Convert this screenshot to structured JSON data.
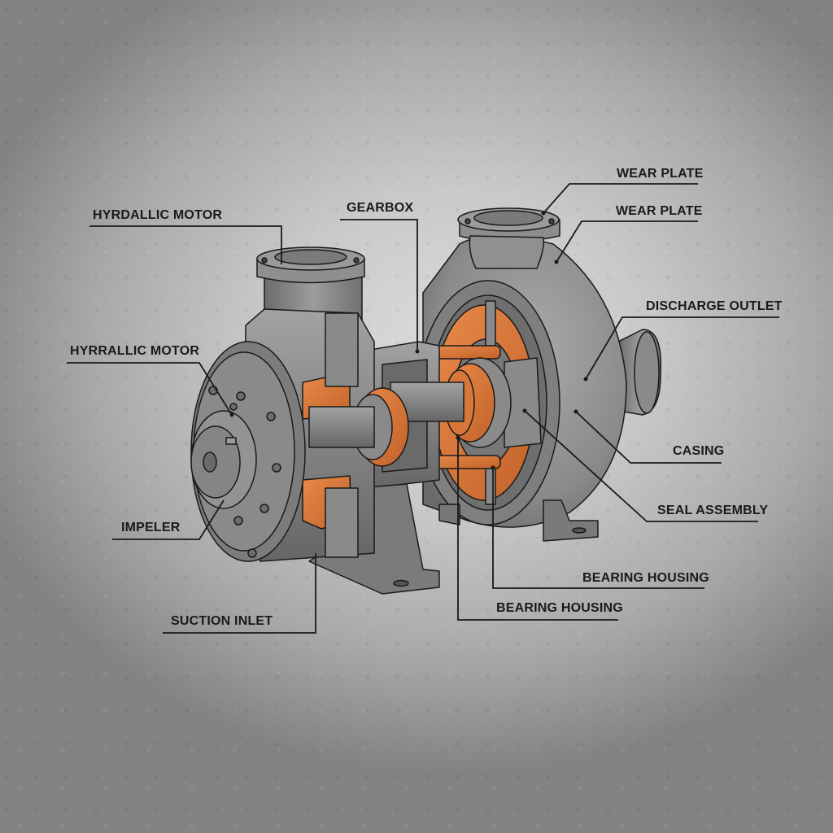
{
  "diagram": {
    "subject": "Centrifugal pump cutaway",
    "colors": {
      "background": "#c9c9c9",
      "metal": "#7d7d7d",
      "metal_light": "#9a9a9a",
      "metal_dark": "#5a5a5a",
      "accent_copper": "#d9773a",
      "line": "#1a1a1a"
    },
    "labels": [
      {
        "id": "hydraulic-motor-top",
        "text": "HYRDALLIC MOTOR"
      },
      {
        "id": "hydraulic-motor-left",
        "text": "HYRRALLIC MOTOR"
      },
      {
        "id": "impeller",
        "text": "IMPELER"
      },
      {
        "id": "suction-inlet",
        "text": "SUCTION INLET"
      },
      {
        "id": "gearbox",
        "text": "GEARBOX"
      },
      {
        "id": "wear-plate-1",
        "text": "WEAR PLATE"
      },
      {
        "id": "wear-plate-2",
        "text": "WEAR PLATE"
      },
      {
        "id": "discharge-outlet",
        "text": "DISCHARGE OUTLET"
      },
      {
        "id": "casing",
        "text": "CASING"
      },
      {
        "id": "seal-assembly",
        "text": "SEAL ASSEMBLY"
      },
      {
        "id": "bearing-housing-1",
        "text": "BEARING HOUSING"
      },
      {
        "id": "bearing-housing-2",
        "text": "BEARING HOUSING"
      }
    ]
  }
}
